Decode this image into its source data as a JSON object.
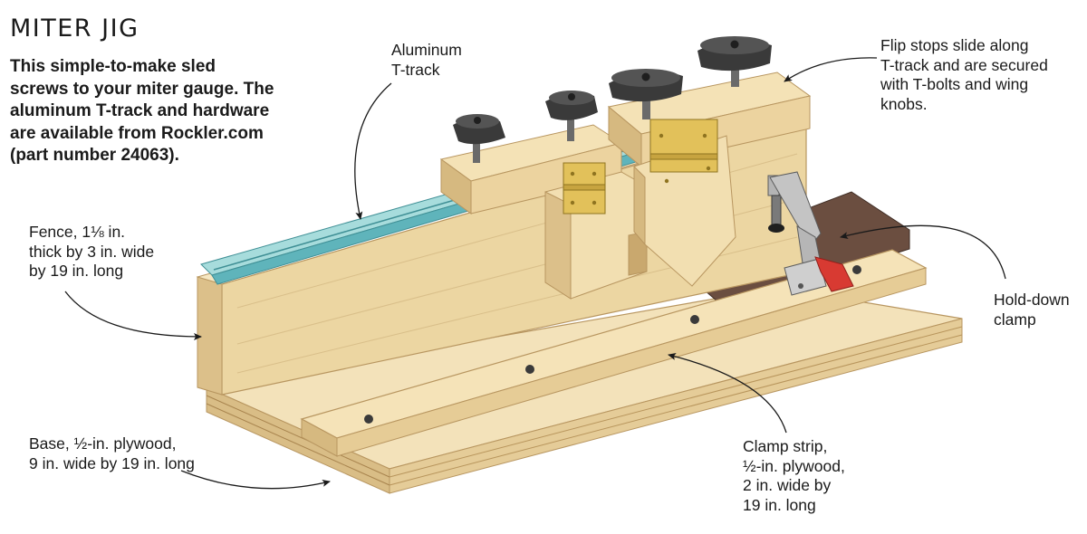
{
  "title": "MITER JIG",
  "intro": [
    "This simple-to-make sled",
    "screws to your miter gauge. The",
    "aluminum T-track and hardware",
    "are available from Rockler.com",
    "(part number 24063)."
  ],
  "labels": {
    "track": [
      "Aluminum",
      "T-track"
    ],
    "flipstops": [
      "Flip stops slide along",
      "T-track and are secured",
      "with T-bolts and wing",
      "knobs."
    ],
    "fence": [
      "Fence, 1⅛ in.",
      "thick by 3 in. wide",
      "by 19 in. long"
    ],
    "holddown": [
      "Hold-down",
      "clamp"
    ],
    "base": [
      "Base, ½-in. plywood,",
      "9 in. wide by 19 in. long"
    ],
    "strip": [
      "Clamp strip,",
      "½-in. plywood,",
      "2 in. wide by",
      "19 in. long"
    ]
  },
  "colors": {
    "wood_light": "#f1dfb4",
    "wood_mid": "#e6cd95",
    "wood_dark": "#cfb078",
    "track": "#8fcfcf",
    "brass": "#e2c15a",
    "knob": "#3a3a3a",
    "walnut": "#6b4e40",
    "clamp_red": "#d83a32"
  }
}
